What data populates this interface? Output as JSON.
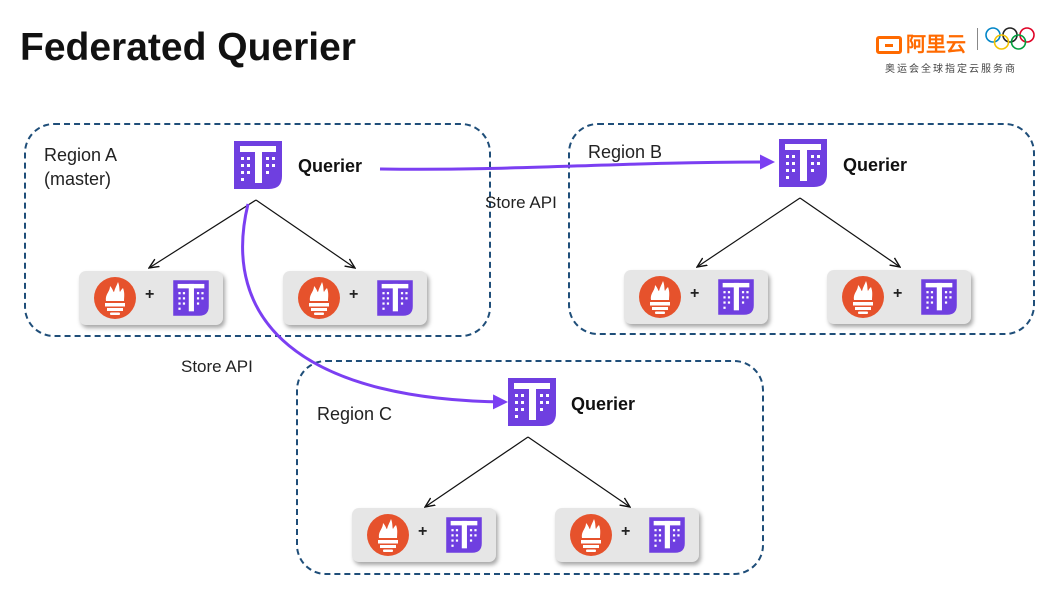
{
  "title": "Federated Querier",
  "logo": {
    "brand": "阿里云",
    "tagline": "奥运会全球指定云服务商"
  },
  "regions": [
    {
      "label_line1": "Region A",
      "label_line2": "(master)",
      "querier": "Querier"
    },
    {
      "label_line1": "Region B",
      "label_line2": "",
      "querier": "Querier"
    },
    {
      "label_line1": "Region C",
      "label_line2": "",
      "querier": "Querier"
    }
  ],
  "connections": [
    {
      "label": "Store API",
      "from": "Region A",
      "to": "Region B"
    },
    {
      "label": "Store API",
      "from": "Region A",
      "to": "Region C"
    }
  ],
  "pair": {
    "plus": "+",
    "left_icon": "prometheus-icon",
    "right_icon": "thanos-icon"
  },
  "colors": {
    "region_border": "#1f4e79",
    "arrow_purple": "#7b3ff2",
    "thanos_purple": "#6f3fe0",
    "prometheus_orange": "#e6522c",
    "brand_orange": "#ff6a00"
  }
}
